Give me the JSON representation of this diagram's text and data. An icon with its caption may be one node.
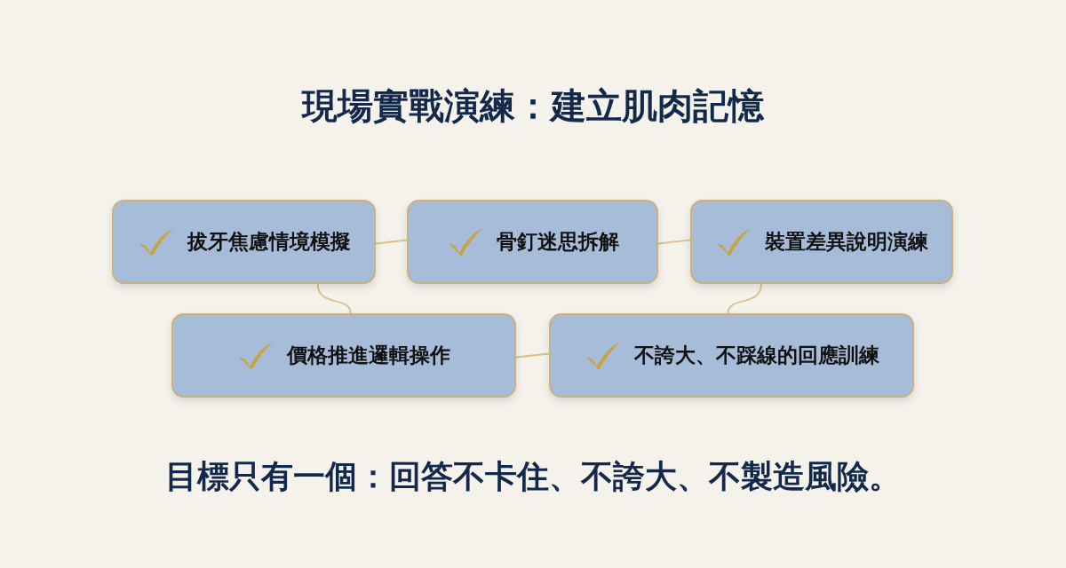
{
  "diagram": {
    "title": "現場實戰演練：建立肌肉記憶",
    "nodes": [
      {
        "text": [
          "拔牙焦慮情境模擬"
        ]
      },
      {
        "text": [
          "骨釘迷思拆解"
        ]
      },
      {
        "text": [
          "裝置差異說明演練"
        ]
      },
      {
        "text": [
          "價格推進邏輯操作"
        ]
      },
      {
        "text": [
          "不誇大、不踩線的回應訓練"
        ]
      }
    ],
    "edges": [
      {
        "from": 0,
        "to": 1,
        "arrow": "none"
      },
      {
        "from": 1,
        "to": 2,
        "arrow": "none"
      },
      {
        "from": 0,
        "to": 3,
        "arrow": "none"
      },
      {
        "from": 2,
        "to": 4,
        "arrow": "none"
      },
      {
        "from": 3,
        "to": 4,
        "arrow": "none"
      }
    ],
    "caption": "目標只有一個：回答不卡住、不誇大、不製造風險。"
  }
}
